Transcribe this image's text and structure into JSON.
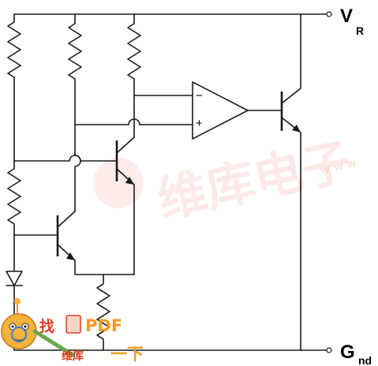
{
  "labels": {
    "vr_main": "V",
    "vr_sub": "R",
    "gnd_main": "G",
    "gnd_sub": "nd",
    "opamp_minus": "−",
    "opamp_plus": "+"
  },
  "watermark": {
    "text": "维库电子",
    "url": "www"
  },
  "badge": {
    "find": "找",
    "pdf": "PDF",
    "site": "维库",
    "down": "一下"
  }
}
